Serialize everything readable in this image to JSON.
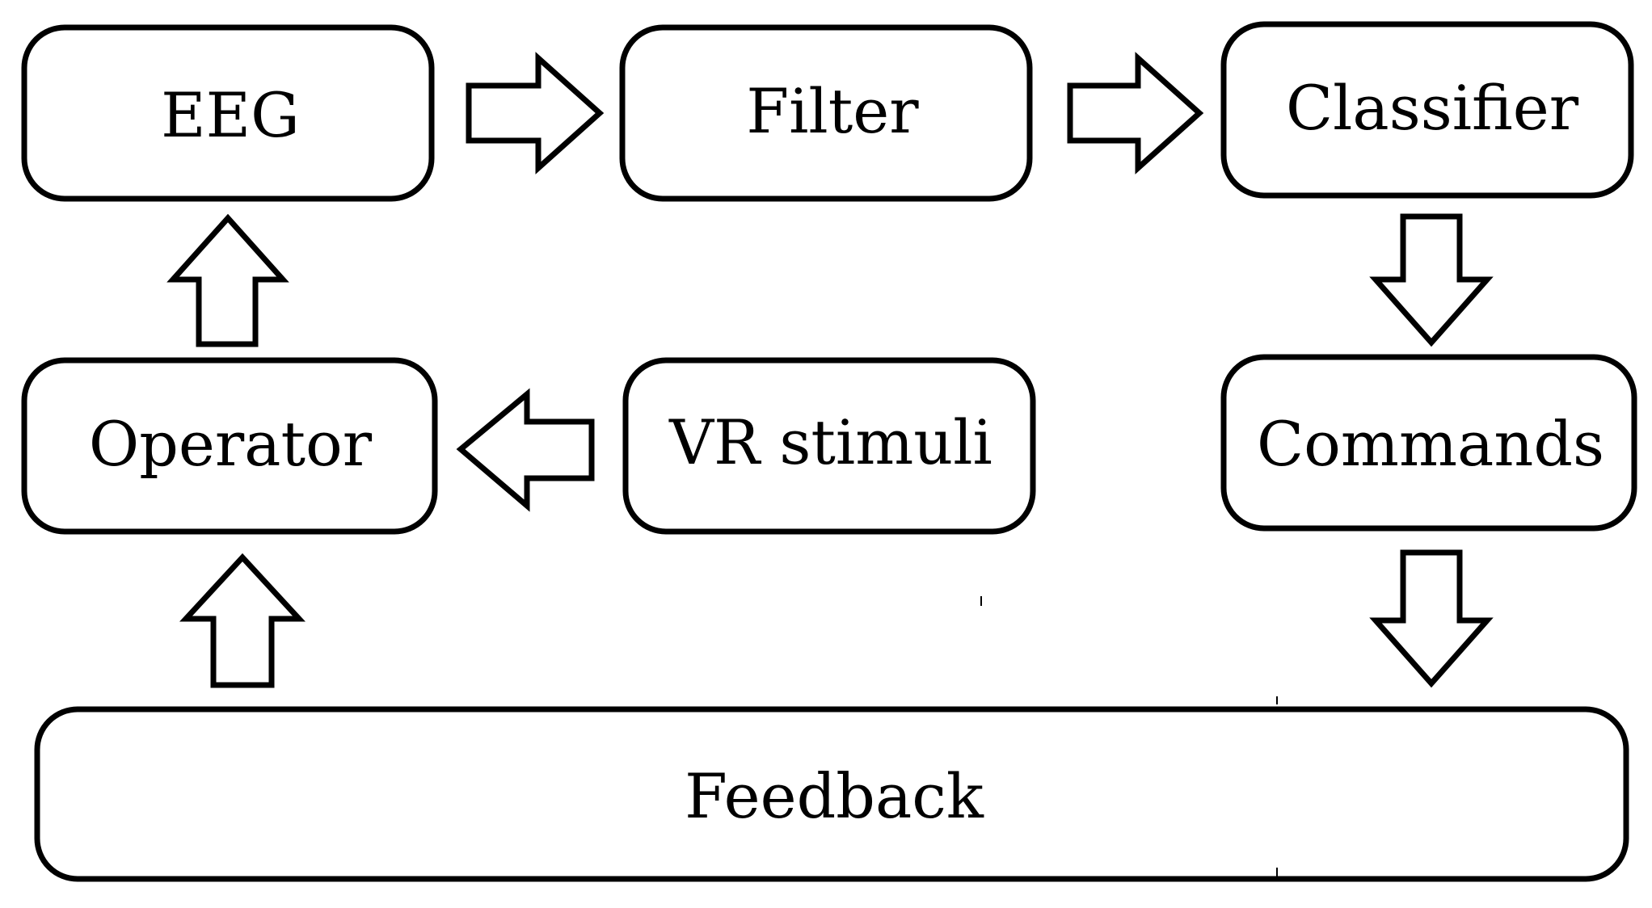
{
  "nodes": {
    "eeg": "EEG",
    "filter": "Filter",
    "classifier": "Classifier",
    "operator": "Operator",
    "vr_stimuli": "VR stimuli",
    "commands": "Commands",
    "feedback": "Feedback"
  },
  "colors": {
    "stroke": "#000000",
    "fill": "#ffffff"
  }
}
